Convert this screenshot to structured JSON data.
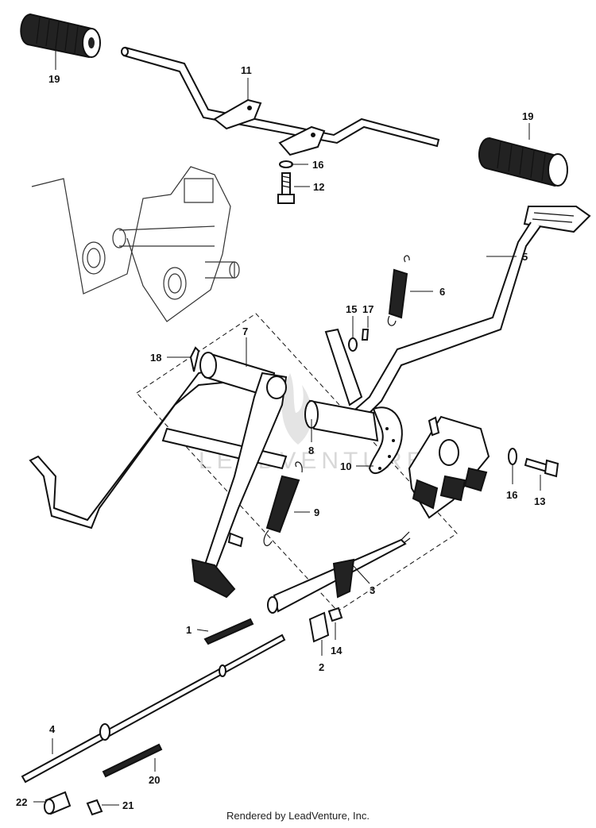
{
  "labels": {
    "p1": "1",
    "p2": "2",
    "p3": "3",
    "p4": "4",
    "p5": "5",
    "p6": "6",
    "p7": "7",
    "p8": "8",
    "p9": "9",
    "p10": "10",
    "p11": "11",
    "p12": "12",
    "p13": "13",
    "p14": "14",
    "p15": "15",
    "p16a": "16",
    "p16b": "16",
    "p17": "17",
    "p18": "18",
    "p19a": "19",
    "p19b": "19",
    "p20": "20",
    "p21": "21",
    "p22": "22"
  },
  "watermark": "LEADVENTURE",
  "footer": "Rendered by LeadVenture, Inc."
}
